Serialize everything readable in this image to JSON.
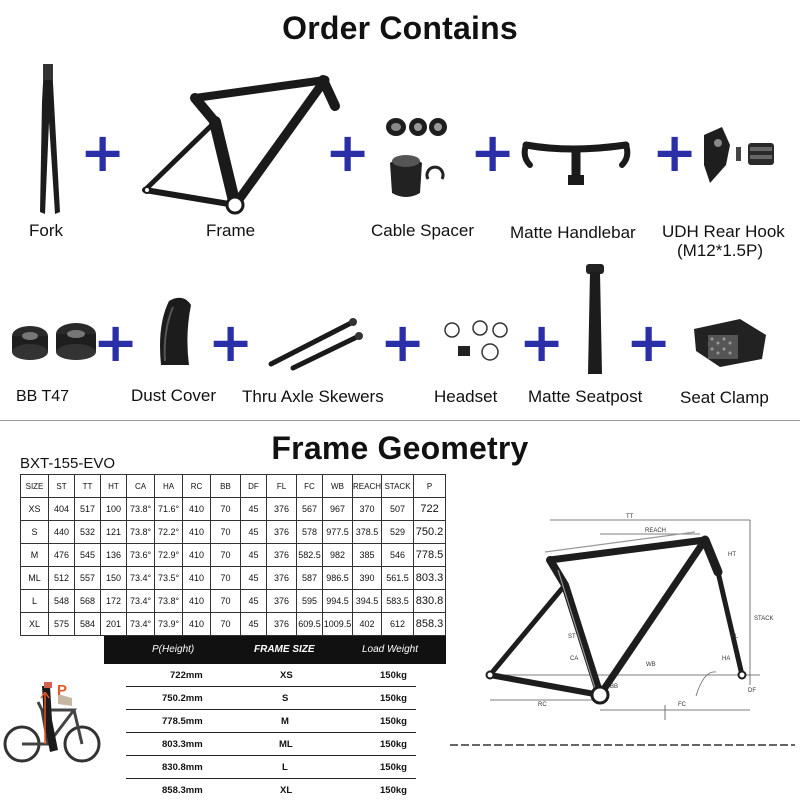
{
  "order": {
    "title": "Order Contains",
    "items_row1": [
      {
        "label": "Fork"
      },
      {
        "label": "Frame"
      },
      {
        "label": "Cable Spacer"
      },
      {
        "label": "Matte Handlebar"
      },
      {
        "label": "UDH Rear Hook",
        "sub": "(M12*1.5P)"
      }
    ],
    "items_row2": [
      {
        "label": "BB T47"
      },
      {
        "label": "Dust Cover"
      },
      {
        "label": "Thru Axle Skewers"
      },
      {
        "label": "Headset"
      },
      {
        "label": "Matte Seatpost"
      },
      {
        "label": "Seat Clamp"
      }
    ],
    "plus_glyph": "+",
    "accent_color": "#2a2fa8"
  },
  "geometry": {
    "title": "Frame Geometry",
    "model": "BXT-155-EVO",
    "columns": [
      "SIZE",
      "ST",
      "TT",
      "HT",
      "CA",
      "HA",
      "RC",
      "BB",
      "DF",
      "FL",
      "FC",
      "WB",
      "REACH",
      "STACK",
      "P"
    ],
    "rows": [
      [
        "XS",
        "404",
        "517",
        "100",
        "73.8°",
        "71.6°",
        "410",
        "70",
        "45",
        "376",
        "567",
        "967",
        "370",
        "507",
        "722"
      ],
      [
        "S",
        "440",
        "532",
        "121",
        "73.8°",
        "72.2°",
        "410",
        "70",
        "45",
        "376",
        "578",
        "977.5",
        "378.5",
        "529",
        "750.2"
      ],
      [
        "M",
        "476",
        "545",
        "136",
        "73.6°",
        "72.9°",
        "410",
        "70",
        "45",
        "376",
        "582.5",
        "982",
        "385",
        "546",
        "778.5"
      ],
      [
        "ML",
        "512",
        "557",
        "150",
        "73.4°",
        "73.5°",
        "410",
        "70",
        "45",
        "376",
        "587",
        "986.5",
        "390",
        "561.5",
        "803.3"
      ],
      [
        "L",
        "548",
        "568",
        "172",
        "73.4°",
        "73.8°",
        "410",
        "70",
        "45",
        "376",
        "595",
        "994.5",
        "394.5",
        "583.5",
        "830.8"
      ],
      [
        "XL",
        "575",
        "584",
        "201",
        "73.4°",
        "73.9°",
        "410",
        "70",
        "45",
        "376",
        "609.5",
        "1009.5",
        "402",
        "612",
        "858.3"
      ]
    ],
    "diagram_labels": {
      "tt": "TT",
      "reach": "REACH",
      "ht": "HT",
      "stack": "STACK",
      "st": "ST",
      "ca": "CA",
      "wb": "WB",
      "ha": "HA",
      "rc": "RC",
      "bb": "BB",
      "fc": "FC",
      "fl": "FL",
      "df": "DF"
    },
    "rider_label": "P"
  },
  "load_table": {
    "headers": [
      "P(Height)",
      "FRAME SIZE",
      "Load Weight"
    ],
    "rows": [
      [
        "722mm",
        "XS",
        "150kg"
      ],
      [
        "750.2mm",
        "S",
        "150kg"
      ],
      [
        "778.5mm",
        "M",
        "150kg"
      ],
      [
        "803.3mm",
        "ML",
        "150kg"
      ],
      [
        "830.8mm",
        "L",
        "150kg"
      ],
      [
        "858.3mm",
        "XL",
        "150kg"
      ]
    ]
  }
}
